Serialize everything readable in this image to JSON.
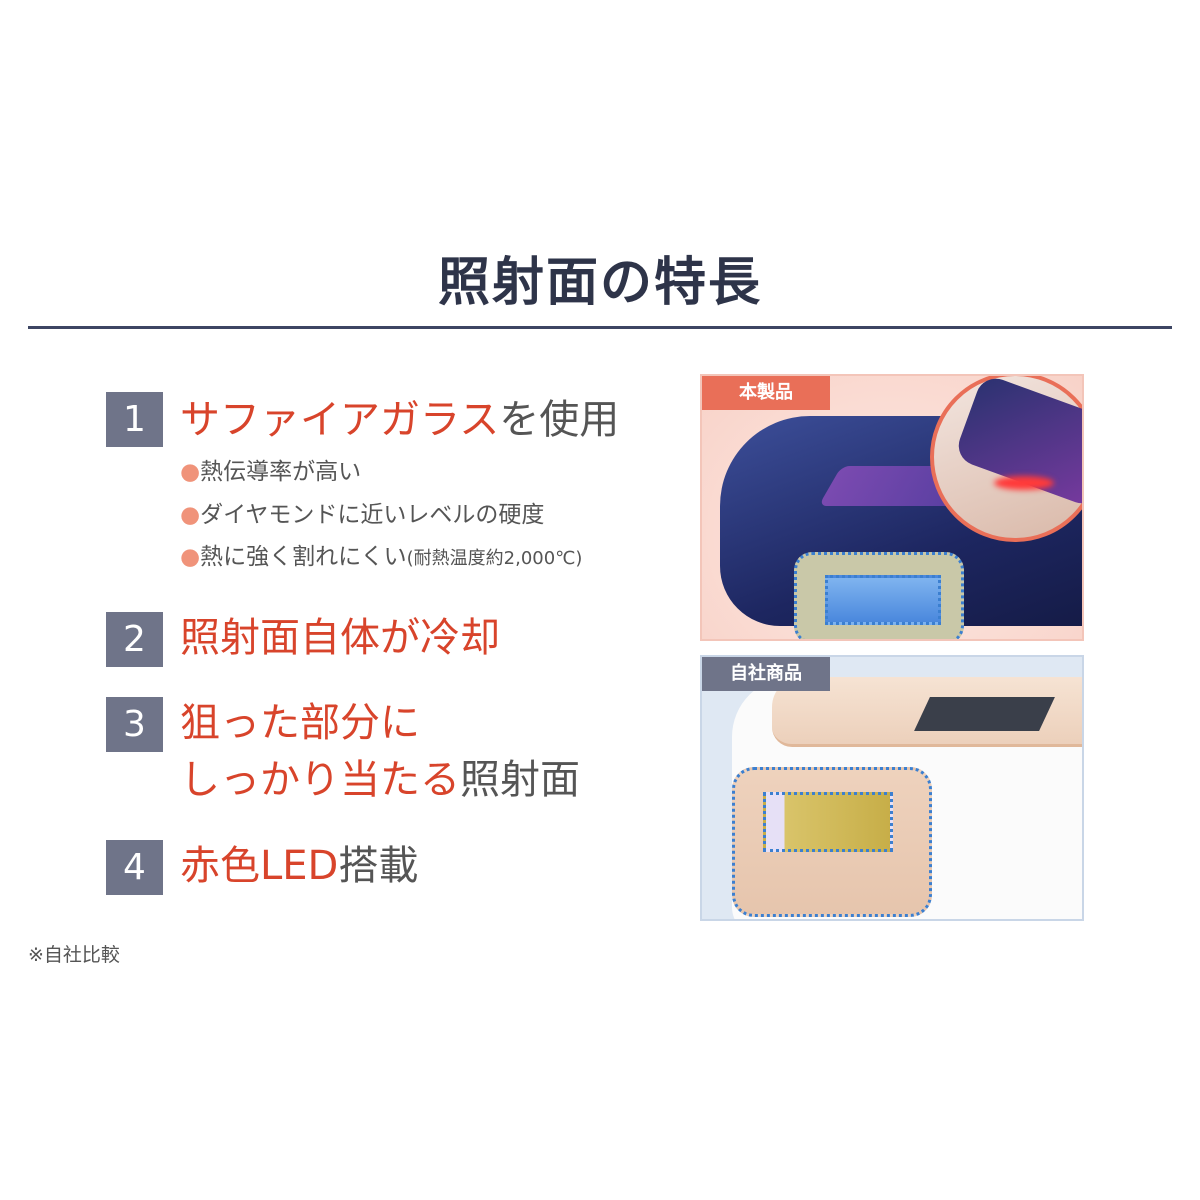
{
  "title": "照射面の特長",
  "features": [
    {
      "num": "1",
      "highlight": "サファイアガラス",
      "rest": "を使用",
      "bullets": [
        {
          "dot": "●",
          "text": "熱伝導率が高い"
        },
        {
          "dot": "●",
          "text": "ダイヤモンドに近いレベルの硬度"
        },
        {
          "dot": "●",
          "text": "熱に強く割れにくい",
          "note": "(耐熱温度約2,000℃)"
        }
      ]
    },
    {
      "num": "2",
      "highlight": "照射面自体が冷却"
    },
    {
      "num": "3",
      "highlight_line1": "狙った部分に",
      "highlight_line2": "しっかり当たる",
      "rest": "照射面"
    },
    {
      "num": "4",
      "highlight": "赤色LED",
      "rest": "搭載"
    }
  ],
  "footnote": "※自社比較",
  "images": [
    {
      "label": "本製品"
    },
    {
      "label": "自社商品"
    }
  ],
  "colors": {
    "accent": "#d8442b",
    "navy": "#2e3449",
    "badge": "#6f7489",
    "label_this": "#e96f58"
  }
}
